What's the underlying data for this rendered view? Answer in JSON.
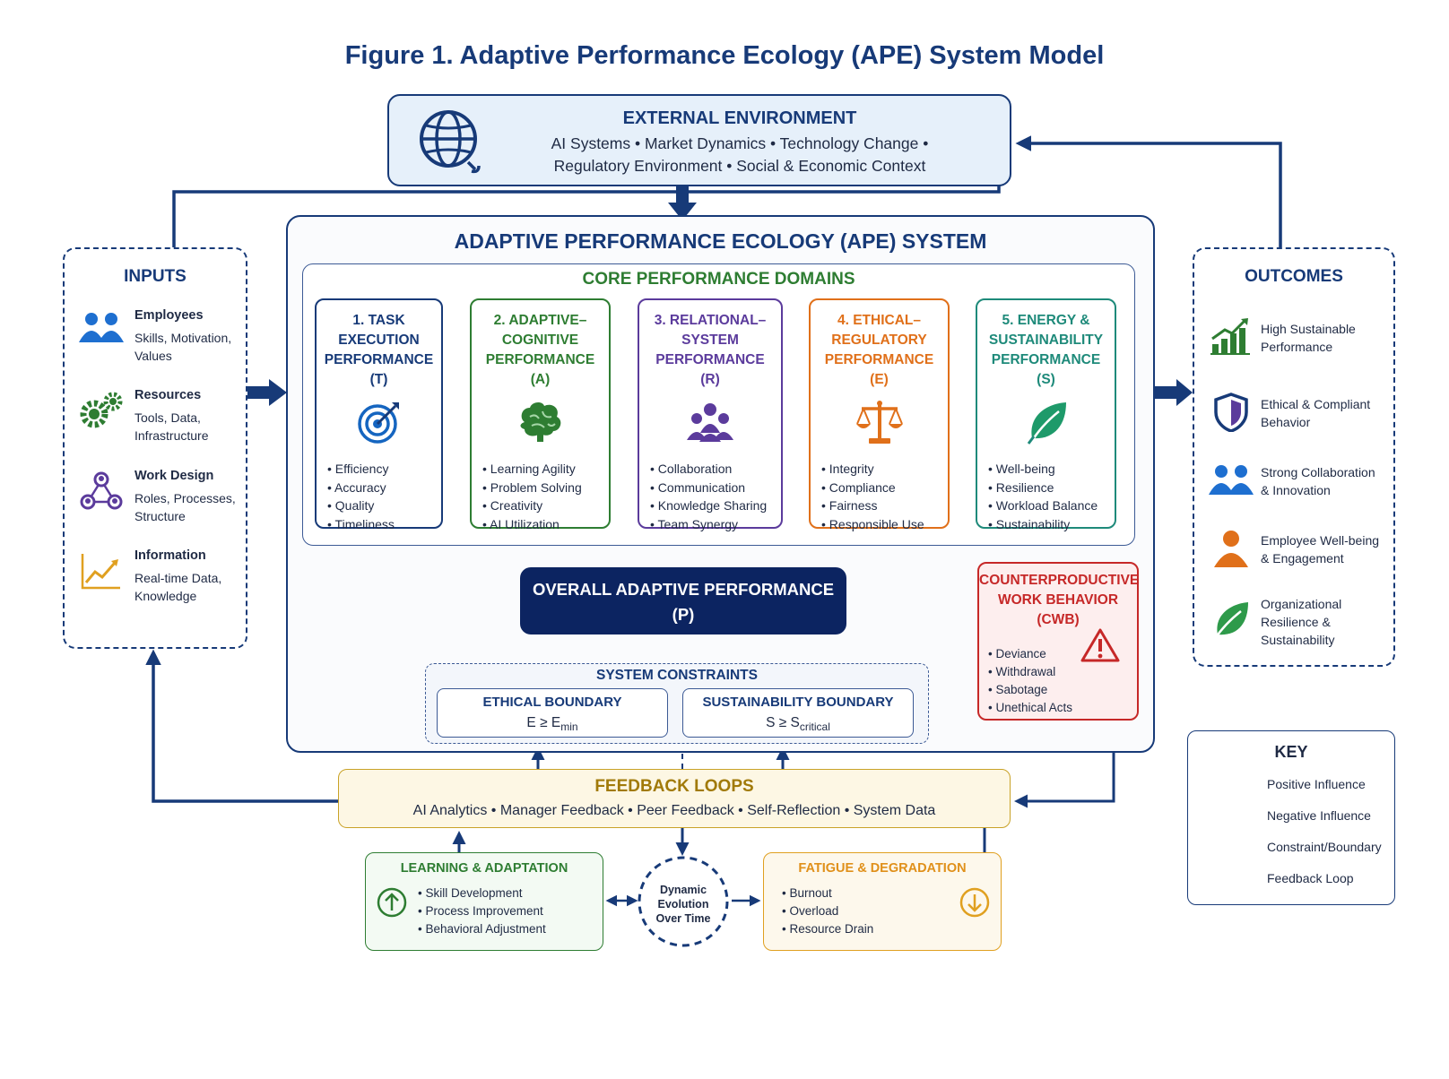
{
  "figure_title": "Figure 1.  Adaptive Performance Ecology (APE) System Model",
  "external": {
    "title": "EXTERNAL ENVIRONMENT",
    "line1": "AI Systems  •  Market Dynamics  •  Technology Change •",
    "line2": "Regulatory Environment  •  Social & Economic Context",
    "icon": "globe-icon"
  },
  "system": {
    "title": "ADAPTIVE PERFORMANCE ECOLOGY (APE) SYSTEM",
    "core_title": "CORE PERFORMANCE DOMAINS"
  },
  "domains": [
    {
      "title": [
        "1. TASK",
        "EXECUTION",
        "PERFORMANCE",
        "(T)"
      ],
      "color": "#173a78",
      "icon": "target-icon",
      "items": [
        "Efficiency",
        "Accuracy",
        "Quality",
        "Timeliness"
      ]
    },
    {
      "title": [
        "2. ADAPTIVE–",
        "COGNITIVE",
        "PERFORMANCE",
        "(A)"
      ],
      "color": "#2e7d32",
      "icon": "brain-icon",
      "items": [
        "Learning Agility",
        "Problem Solving",
        "Creativity",
        "AI Utilization"
      ]
    },
    {
      "title": [
        "3. RELATIONAL–",
        "SYSTEM",
        "PERFORMANCE",
        "(R)"
      ],
      "color": "#5b3b9c",
      "icon": "team-icon",
      "items": [
        "Collaboration",
        "Communication",
        "Knowledge Sharing",
        "Team Synergy"
      ]
    },
    {
      "title": [
        "4. ETHICAL–",
        "REGULATORY",
        "PERFORMANCE",
        "(E)"
      ],
      "color": "#e0701a",
      "icon": "scales-icon",
      "items": [
        "Integrity",
        "Compliance",
        "Fairness",
        "Responsible Use"
      ]
    },
    {
      "title": [
        "5. ENERGY &",
        "SUSTAINABILITY",
        "PERFORMANCE",
        "(S)"
      ],
      "color": "#1e8a7a",
      "icon": "leaf-icon",
      "items": [
        "Well-being",
        "Resilience",
        "Workload Balance",
        "Sustainability"
      ]
    }
  ],
  "overall": {
    "line1": "OVERALL ADAPTIVE PERFORMANCE",
    "line2": "(P)"
  },
  "cwb": {
    "title": [
      "COUNTERPRODUCTIVE",
      "WORK BEHAVIOR",
      "(CWB)"
    ],
    "items": [
      "Deviance",
      "Withdrawal",
      "Sabotage",
      "Unethical Acts"
    ],
    "icon": "warning-icon"
  },
  "constraints": {
    "title": "SYSTEM CONSTRAINTS",
    "ethical": {
      "title": "ETHICAL BOUNDARY",
      "lhs": "E ≥ E",
      "sub": "min"
    },
    "sustain": {
      "title": "SUSTAINABILITY BOUNDARY",
      "lhs": "S ≥ S",
      "sub": "critical"
    }
  },
  "inputs": {
    "title": "INPUTS",
    "items": [
      {
        "head": "Employees",
        "body": [
          "Skills, Motivation,",
          "Values"
        ],
        "icon": "people-icon"
      },
      {
        "head": "Resources",
        "body": [
          "Tools, Data,",
          "Infrastructure"
        ],
        "icon": "gears-icon"
      },
      {
        "head": "Work Design",
        "body": [
          "Roles, Processes,",
          "Structure"
        ],
        "icon": "network-icon"
      },
      {
        "head": "Information",
        "body": [
          "Real-time Data,",
          "Knowledge"
        ],
        "icon": "trend-chart-icon"
      }
    ]
  },
  "outcomes": {
    "title": "OUTCOMES",
    "items": [
      {
        "lines": [
          "High Sustainable",
          "Performance"
        ],
        "icon": "growth-chart-icon"
      },
      {
        "lines": [
          "Ethical & Compliant",
          "Behavior"
        ],
        "icon": "shield-icon"
      },
      {
        "lines": [
          "Strong Collaboration",
          "& Innovation"
        ],
        "icon": "people-icon"
      },
      {
        "lines": [
          "Employee Well-being",
          "& Engagement"
        ],
        "icon": "person-icon"
      },
      {
        "lines": [
          "Organizational",
          "Resilience &",
          "Sustainability"
        ],
        "icon": "leaf-icon"
      }
    ]
  },
  "feedback": {
    "title": "FEEDBACK LOOPS",
    "line": "AI Analytics  •  Manager Feedback  •  Peer Feedback  •  Self-Reflection  •  System Data"
  },
  "learning": {
    "title": "LEARNING & ADAPTATION",
    "items": [
      "Skill Development",
      "Process Improvement",
      "Behavioral Adjustment"
    ],
    "icon": "arrow-up-circle-icon"
  },
  "dynamic": {
    "lines": [
      "Dynamic",
      "Evolution",
      "Over Time"
    ]
  },
  "fatigue": {
    "title": "FATIGUE & DEGRADATION",
    "items": [
      "Burnout",
      "Overload",
      "Resource Drain"
    ],
    "icon": "arrow-down-circle-icon"
  },
  "key": {
    "title": "KEY",
    "items": [
      "Positive Influence",
      "Negative Influence",
      "Constraint/Boundary",
      "Feedback Loop"
    ]
  },
  "colors": {
    "navy": "#173a78",
    "dark_navy": "#0c2461",
    "red": "#c62828",
    "gold": "#c9a227",
    "green": "#2e7d32",
    "purple": "#5b3b9c",
    "orange": "#e0701a",
    "teal": "#1e8a7a"
  }
}
